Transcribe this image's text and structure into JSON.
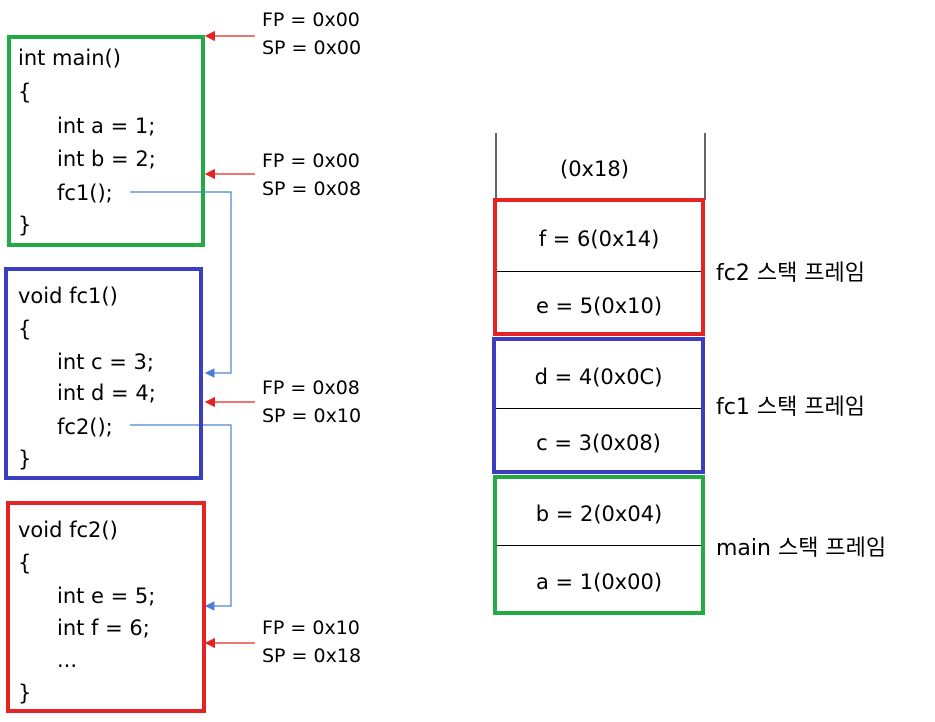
{
  "code": {
    "main": {
      "color": "#22aa44",
      "lines": [
        "int main()",
        "{",
        "int a = 1;",
        "int b = 2;",
        "fc1();",
        "}"
      ]
    },
    "fc1": {
      "color": "#3b3fbf",
      "lines": [
        "void fc1()",
        "{",
        "int c = 3;",
        "int d = 4;",
        "fc2();",
        "}"
      ]
    },
    "fc2": {
      "color": "#e52323",
      "lines": [
        "void fc2()",
        "{",
        "int e = 5;",
        "int f = 6;",
        "...",
        "}"
      ]
    }
  },
  "annotations": [
    {
      "fp": "FP = 0x00",
      "sp": "SP = 0x00"
    },
    {
      "fp": "FP = 0x00",
      "sp": "SP = 0x08"
    },
    {
      "fp": "FP = 0x08",
      "sp": "SP = 0x10"
    },
    {
      "fp": "FP = 0x10",
      "sp": "SP = 0x18"
    }
  ],
  "stack": {
    "top_label": "(0x18)",
    "frames": [
      {
        "label": "fc2 스택 프레임",
        "color": "#e52323",
        "cells": [
          "f = 6(0x14)",
          "e = 5(0x10)"
        ]
      },
      {
        "label": "fc1 스택 프레임",
        "color": "#3b3fbf",
        "cells": [
          "d = 4(0x0C)",
          "c = 3(0x08)"
        ]
      },
      {
        "label": "main 스택 프레임",
        "color": "#22aa44",
        "cells": [
          "b = 2(0x04)",
          "a = 1(0x00)"
        ]
      }
    ]
  },
  "colors": {
    "arrow_red": "#e52323",
    "connector_blue": "#4a7fd4"
  }
}
